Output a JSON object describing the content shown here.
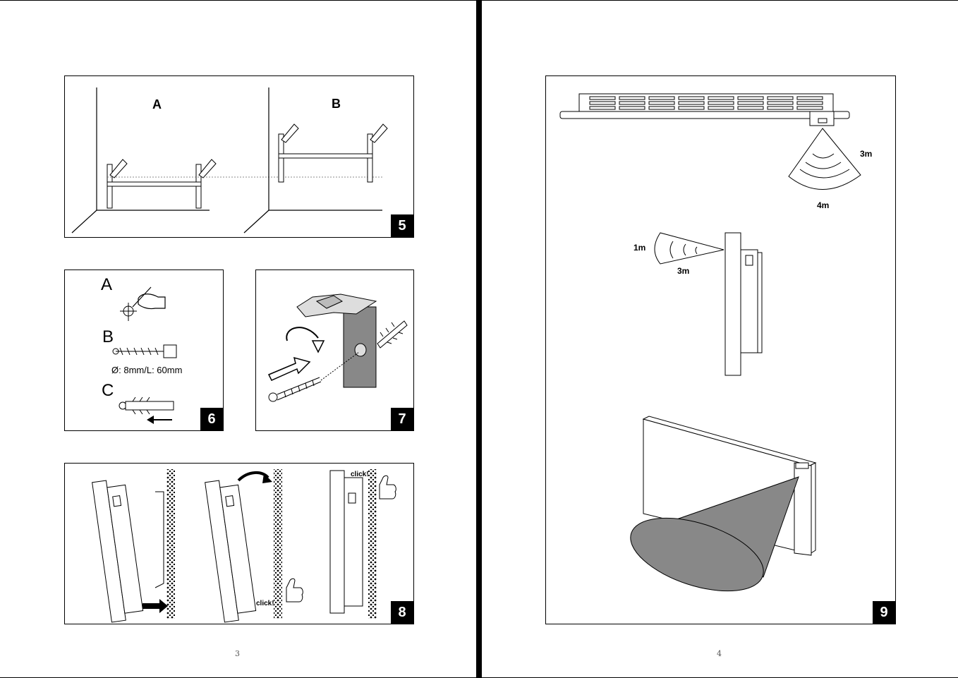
{
  "left_page": {
    "page_number": "3",
    "fig5": {
      "number": "5",
      "label_a": "A",
      "label_b": "B"
    },
    "fig6": {
      "number": "6",
      "step_a": "A",
      "step_b": "B",
      "step_c": "C",
      "drill_spec": "Ø: 8mm/L: 60mm"
    },
    "fig7": {
      "number": "7"
    },
    "fig8": {
      "number": "8",
      "click_1": "click!",
      "click_2": "click!"
    }
  },
  "right_page": {
    "page_number": "4",
    "fig9": {
      "number": "9",
      "top_range": "3m",
      "top_width": "4m",
      "side_range_near": "1m",
      "side_range_far": "3m"
    }
  }
}
